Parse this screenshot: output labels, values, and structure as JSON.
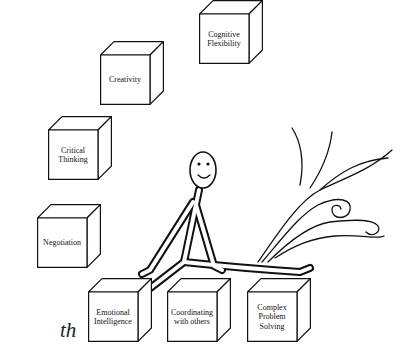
{
  "diagram": {
    "nodes": [
      {
        "text": [
          "Cognitive Flexibility"
        ]
      },
      {
        "text": [
          "Creativity"
        ]
      },
      {
        "text": [
          "Critical Thinking"
        ]
      },
      {
        "text": [
          "Negotiation"
        ]
      },
      {
        "text": [
          "Emotional Intelligence"
        ]
      },
      {
        "text": [
          "Coordinating with others"
        ]
      },
      {
        "text": [
          "Complex Problem Solving"
        ]
      }
    ],
    "labels": [
      "th"
    ]
  }
}
